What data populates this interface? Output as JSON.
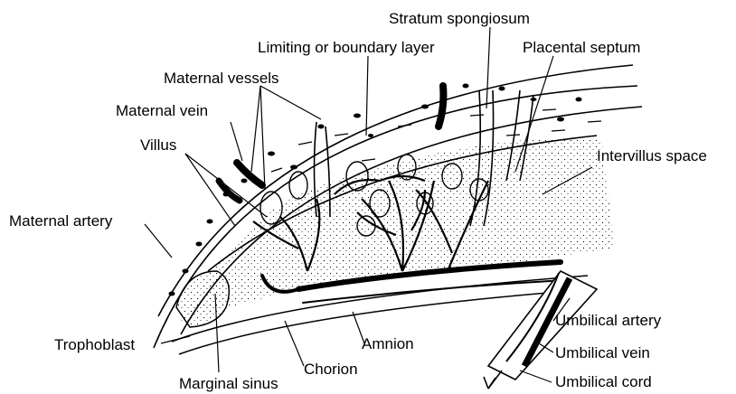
{
  "diagram": {
    "labels": {
      "stratum_spongiosum": "Stratum spongiosum",
      "limiting_layer": "Limiting or boundary layer",
      "placental_septum": "Placental septum",
      "maternal_vessels": "Maternal vessels",
      "maternal_vein": "Maternal vein",
      "villus": "Villus",
      "intervillus_space": "Intervillus space",
      "maternal_artery": "Maternal artery",
      "trophoblast": "Trophoblast",
      "amnion": "Amnion",
      "chorion": "Chorion",
      "marginal_sinus": "Marginal sinus",
      "umbilical_artery": "Umbilical artery",
      "umbilical_vein": "Umbilical vein",
      "umbilical_cord": "Umbilical cord"
    },
    "colors": {
      "ink": "#000000",
      "paper": "#ffffff"
    }
  }
}
